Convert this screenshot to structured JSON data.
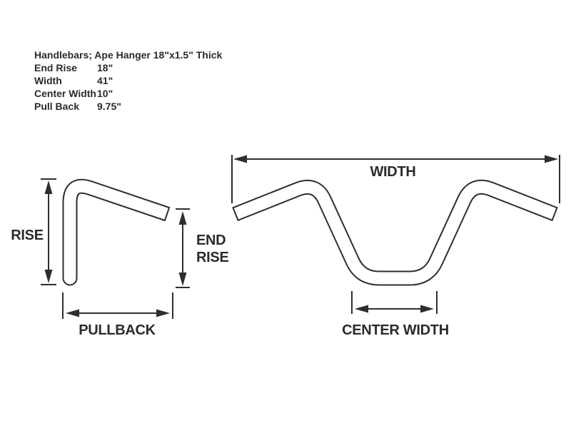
{
  "colors": {
    "ink": "#2e2e2e",
    "background": "#ffffff"
  },
  "spec": {
    "title": "Handlebars; Ape Hanger 18\"x1.5\" Thick",
    "rows": [
      {
        "label": "End Rise",
        "value": "18\""
      },
      {
        "label": "Width",
        "value": "41\""
      },
      {
        "label": "Center Width",
        "value": "10\""
      },
      {
        "label": "Pull Back",
        "value": "9.75\""
      }
    ]
  },
  "side_view": {
    "rise_label": "RISE",
    "end_rise_label": "END\nRISE",
    "pullback_label": "PULLBACK"
  },
  "front_view": {
    "width_label": "WIDTH",
    "center_width_label": "CENTER WIDTH"
  }
}
